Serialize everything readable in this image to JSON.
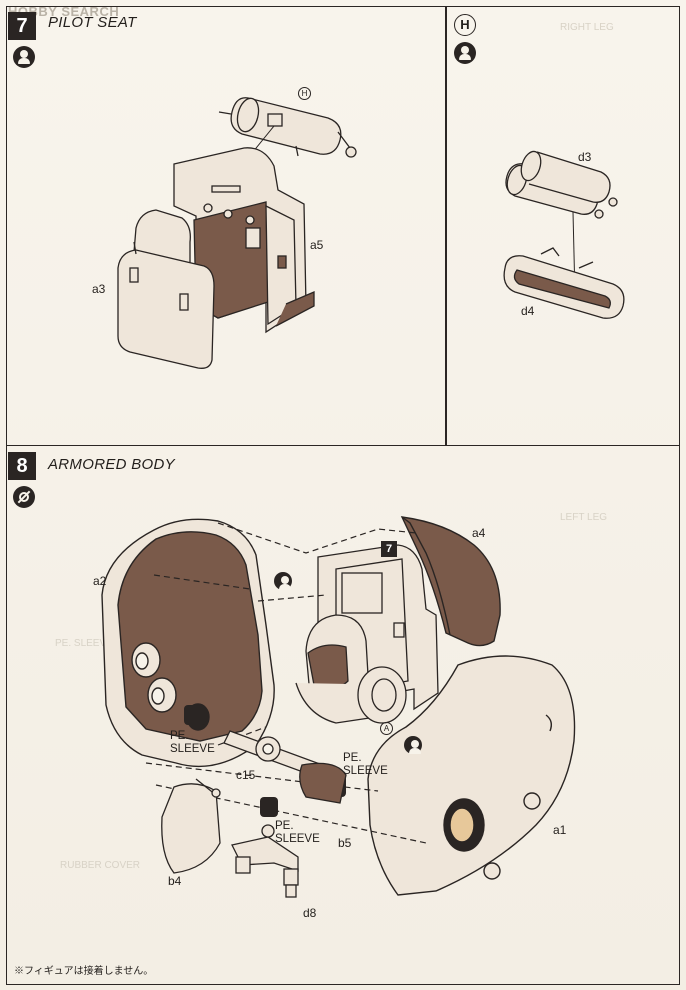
{
  "watermark": "HOBBY SEARCH",
  "step7": {
    "number": "7",
    "title": "PILOT SEAT"
  },
  "stepH": {
    "marker": "H"
  },
  "step8": {
    "number": "8",
    "title": "ARMORED BODY"
  },
  "parts7": {
    "a3": "a3",
    "a5": "a5",
    "h_marker": "H"
  },
  "partsH": {
    "d3": "d3",
    "d4": "d4"
  },
  "parts8": {
    "a2": "a2",
    "a4": "a4",
    "a1": "a1",
    "b4": "b4",
    "b5": "b5",
    "c15": "c15",
    "d8": "d8",
    "seat_ref": "7",
    "a_marker": "A",
    "sleeve1": "PE.\nSLEEVE",
    "sleeve2": "PE.\nSLEEVE",
    "sleeve3": "PE.\nSLEEVE"
  },
  "ghost_text": {
    "right_leg": "RIGHT LEG",
    "left_leg": "LEFT LEG",
    "rubber_cover": "RUBBER COVER",
    "pe_sleeve": "PE. SLEEVE"
  },
  "footnote": "※フィギュアは接着しません。",
  "icons": [
    "person-glue-icon",
    "no-glue-icon"
  ],
  "colors": {
    "part_fill": "#efe6da",
    "dark_fill": "#7a5a4a",
    "ink": "#231f1c",
    "background": "#f7f3ea"
  }
}
